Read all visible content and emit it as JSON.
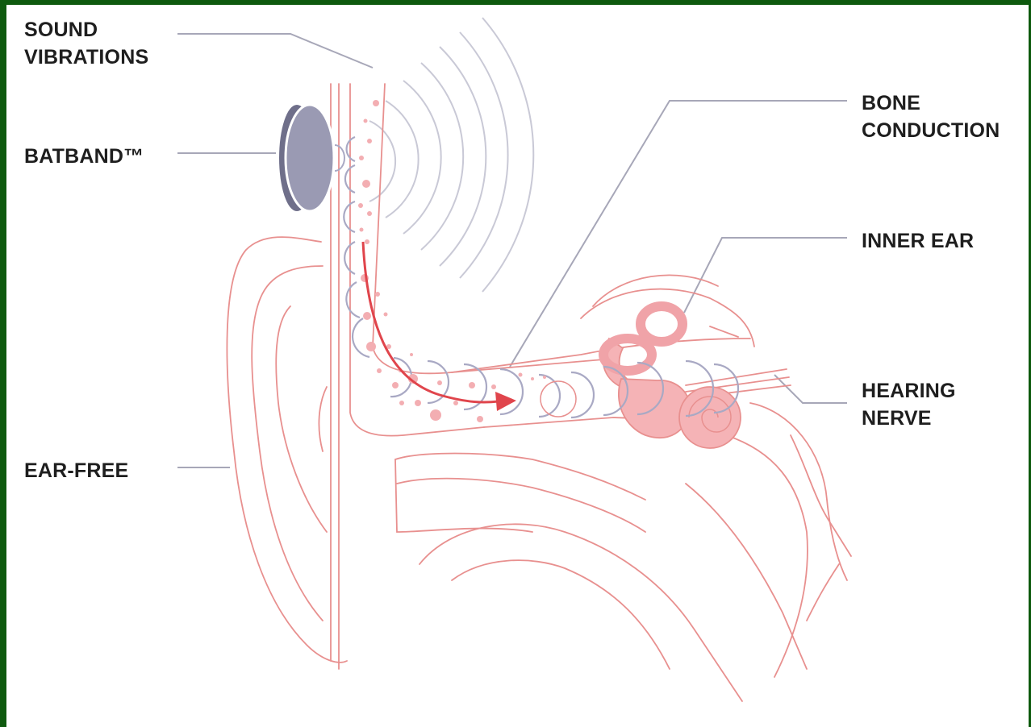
{
  "labels": {
    "sound_vibrations": [
      "SOUND",
      "VIBRATIONS"
    ],
    "batband": "BATBAND™",
    "ear_free": "EAR-FREE",
    "bone_conduction": [
      "BONE",
      "CONDUCTION"
    ],
    "inner_ear": "INNER EAR",
    "hearing_nerve": [
      "HEARING",
      "NERVE"
    ]
  },
  "colors": {
    "frame": "#0e5a0e",
    "anatomy_line": "#e8908f",
    "anatomy_fill": "#f5b3b6",
    "arrow": "#e0454c",
    "wave": "#c9c9d6",
    "device": "#7a7a95",
    "leader_line": "#a7a7b8",
    "text": "#1e1e1e"
  },
  "icons": {
    "device": "batband-transducer",
    "arrow": "vibration-path-arrow"
  }
}
